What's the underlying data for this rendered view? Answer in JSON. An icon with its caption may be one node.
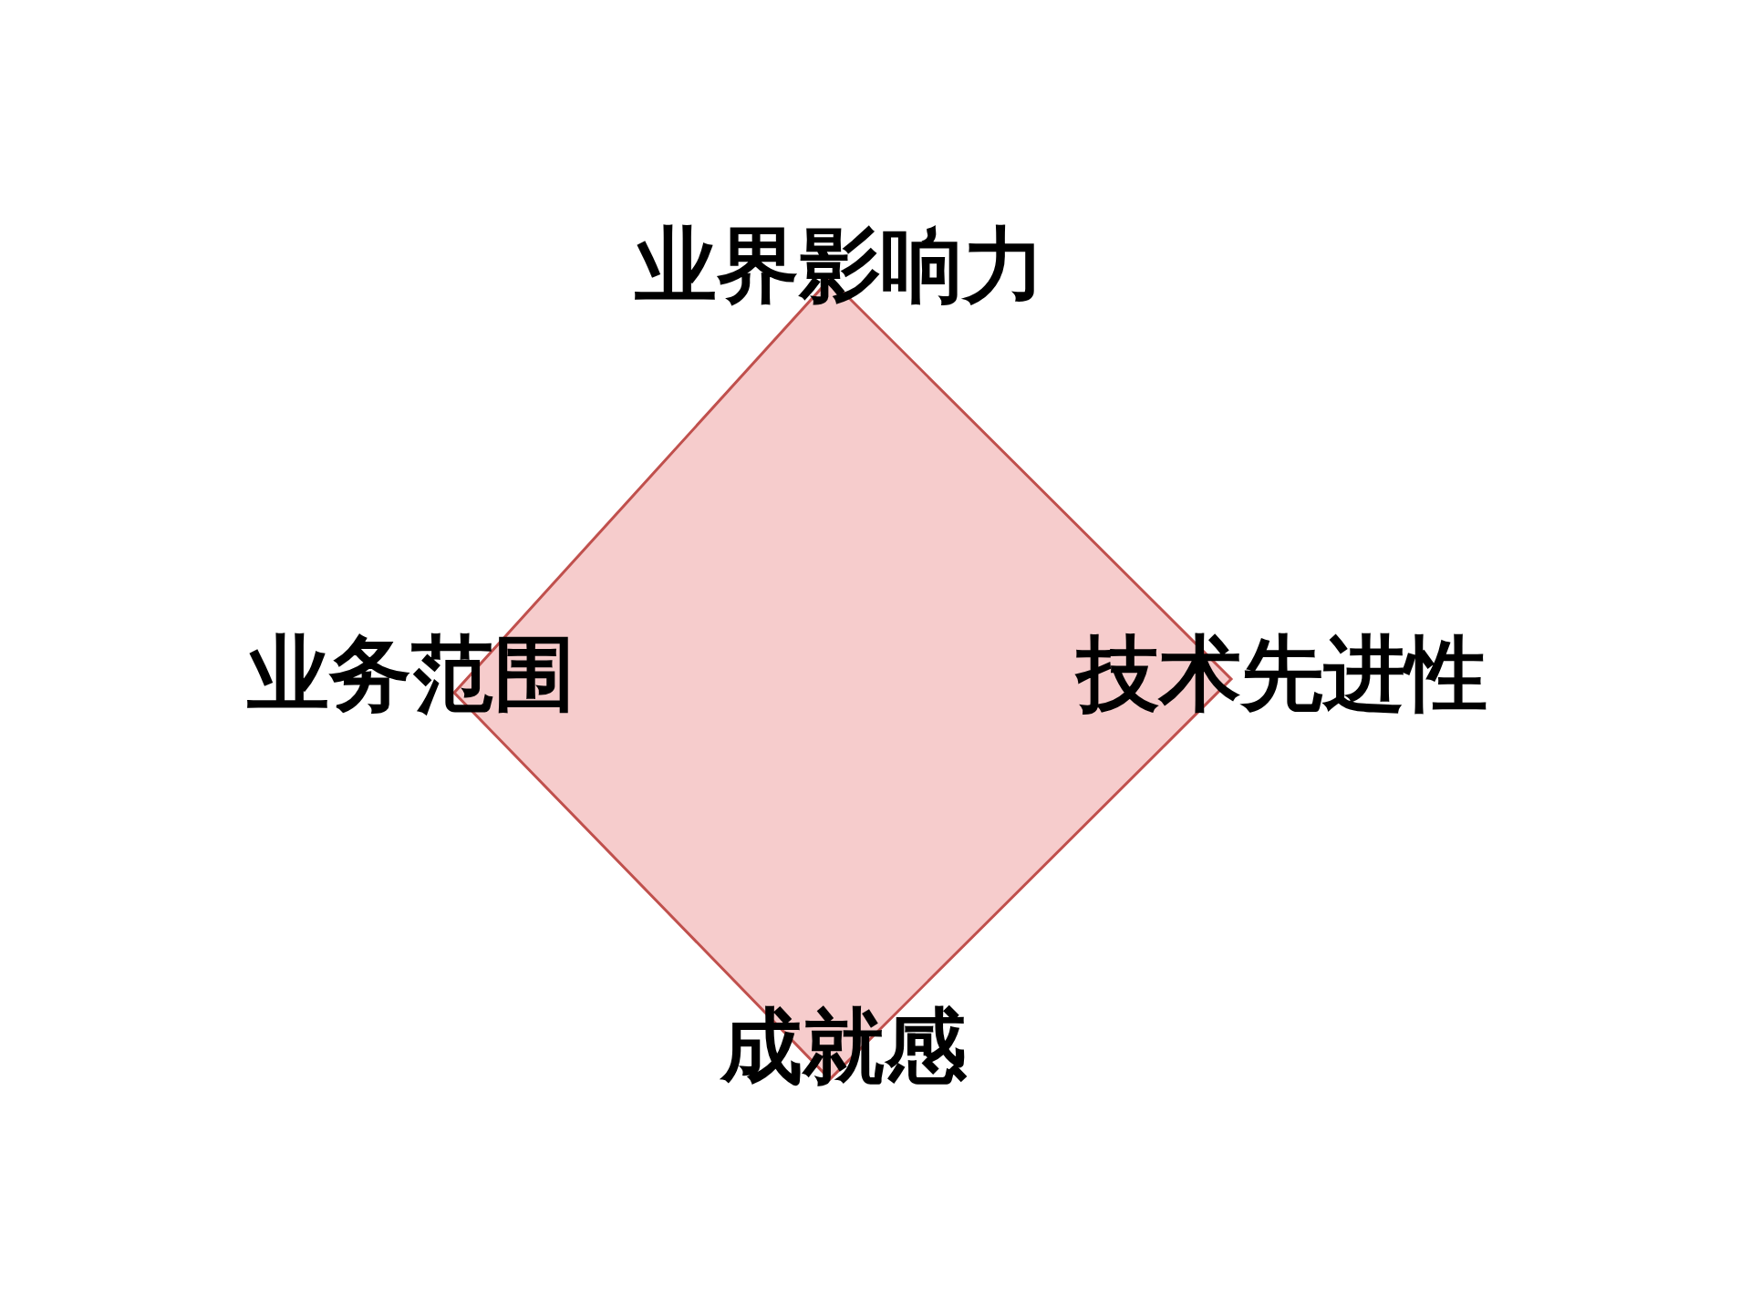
{
  "diagram": {
    "labels": [
      "业界影响力",
      "业务范围",
      "技术先进性",
      "成就感"
    ]
  }
}
